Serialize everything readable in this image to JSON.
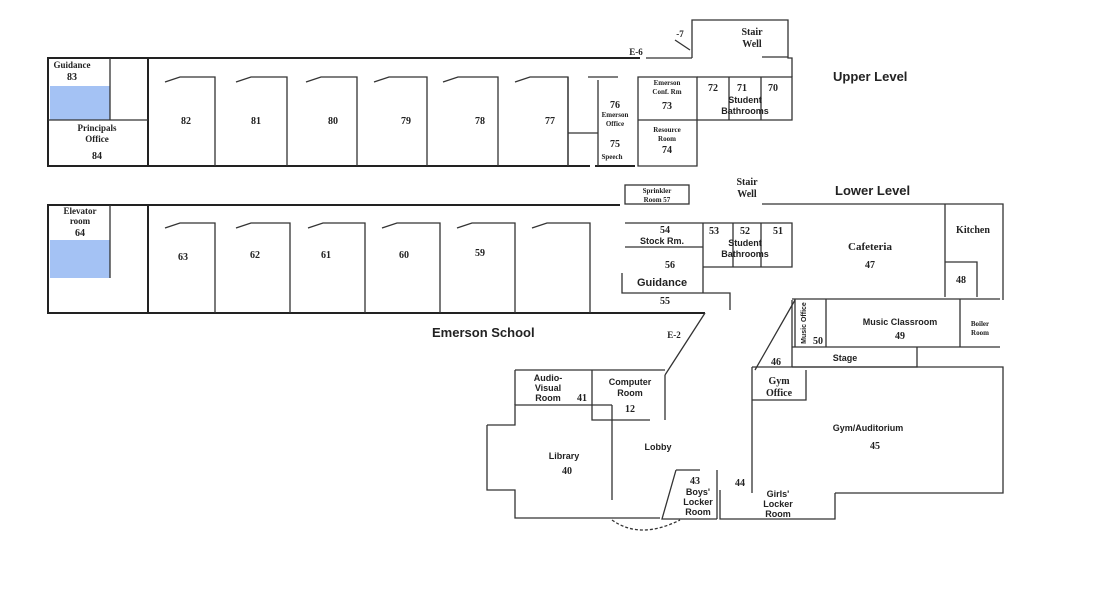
{
  "titles": {
    "upper": "Upper Level",
    "lower": "Lower Level",
    "school": "Emerson School"
  },
  "colors": {
    "highlight": "#a4c2f4"
  },
  "upper": {
    "guidance": "Guidance",
    "guidance_num": "83",
    "principal": "Principals",
    "principal2": "Office",
    "principal_num": "84",
    "classrooms": [
      "82",
      "81",
      "80",
      "79",
      "78",
      "77"
    ],
    "emerson_office_num": "76",
    "emerson_office": "Emerson",
    "emerson_office2": "Office",
    "speech_num": "75",
    "speech": "Speech",
    "conf": "Emerson",
    "conf2": "Conf. Rm",
    "conf_num": "73",
    "resource": "Resource",
    "resource2": "Room",
    "resource_num": "74",
    "bath_nums": [
      "72",
      "71",
      "70"
    ],
    "bath": "Student",
    "bath2": "Bathrooms",
    "stair": "Stair",
    "stair2": "Well",
    "exit_e6": "E-6",
    "exit_7": "-7"
  },
  "lower": {
    "elevator": "Elevator",
    "elevator2": "room",
    "elevator_num": "64",
    "classrooms": [
      "63",
      "62",
      "61",
      "60",
      "59"
    ],
    "sprinkler": "Sprinkler",
    "sprinkler2": "Room 57",
    "stair": "Stair",
    "stair2": "Well",
    "stock_num": "54",
    "stock": "Stock Rm.",
    "bath_nums": [
      "53",
      "52",
      "51"
    ],
    "bath": "Student",
    "bath2": "Bathrooms",
    "guidance_num": "56",
    "guidance": "Guidance",
    "room55": "55",
    "cafeteria": "Cafeteria",
    "cafeteria_num": "47",
    "kitchen": "Kitchen",
    "room48": "48",
    "music_office": "Music Office",
    "music_office_num": "50",
    "music": "Music Classroom",
    "music_num": "49",
    "boiler": "Boiler",
    "boiler2": "Room",
    "stage": "Stage",
    "room46": "46",
    "gym_office": "Gym",
    "gym_office2": "Office",
    "gym": "Gym/Auditorium",
    "gym_num": "45",
    "av": "Audio-",
    "av2": "Visual",
    "av3": "Room",
    "av_num": "41",
    "computer": "Computer",
    "computer2": "Room",
    "computer_num": "12",
    "library": "Library",
    "library_num": "40",
    "lobby": "Lobby",
    "boys_num": "43",
    "boys": "Boys'",
    "boys2": "Locker",
    "boys3": "Room",
    "room44": "44",
    "girls": "Girls'",
    "girls2": "Locker",
    "girls3": "Room",
    "exit_e2": "E-2"
  }
}
